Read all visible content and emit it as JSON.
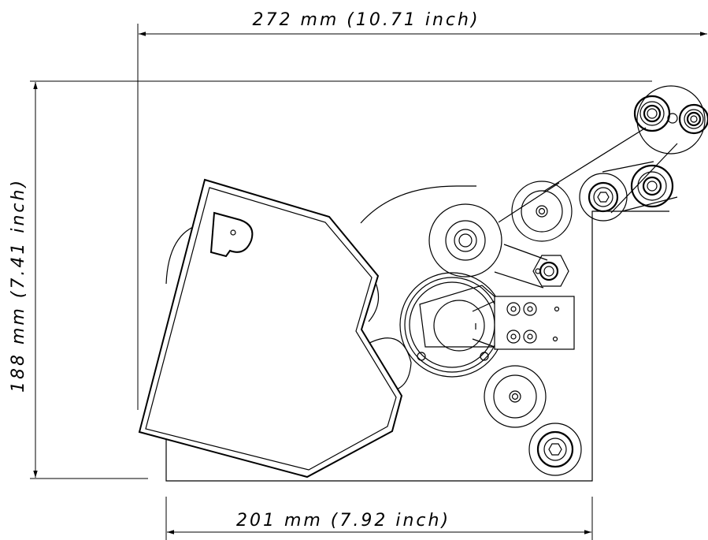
{
  "dimensions": {
    "top_width": "272 mm (10.71 inch)",
    "left_height": "188 mm (7.41 inch)",
    "bottom_width": "201 mm (7.92 inch)"
  },
  "logo": "P"
}
